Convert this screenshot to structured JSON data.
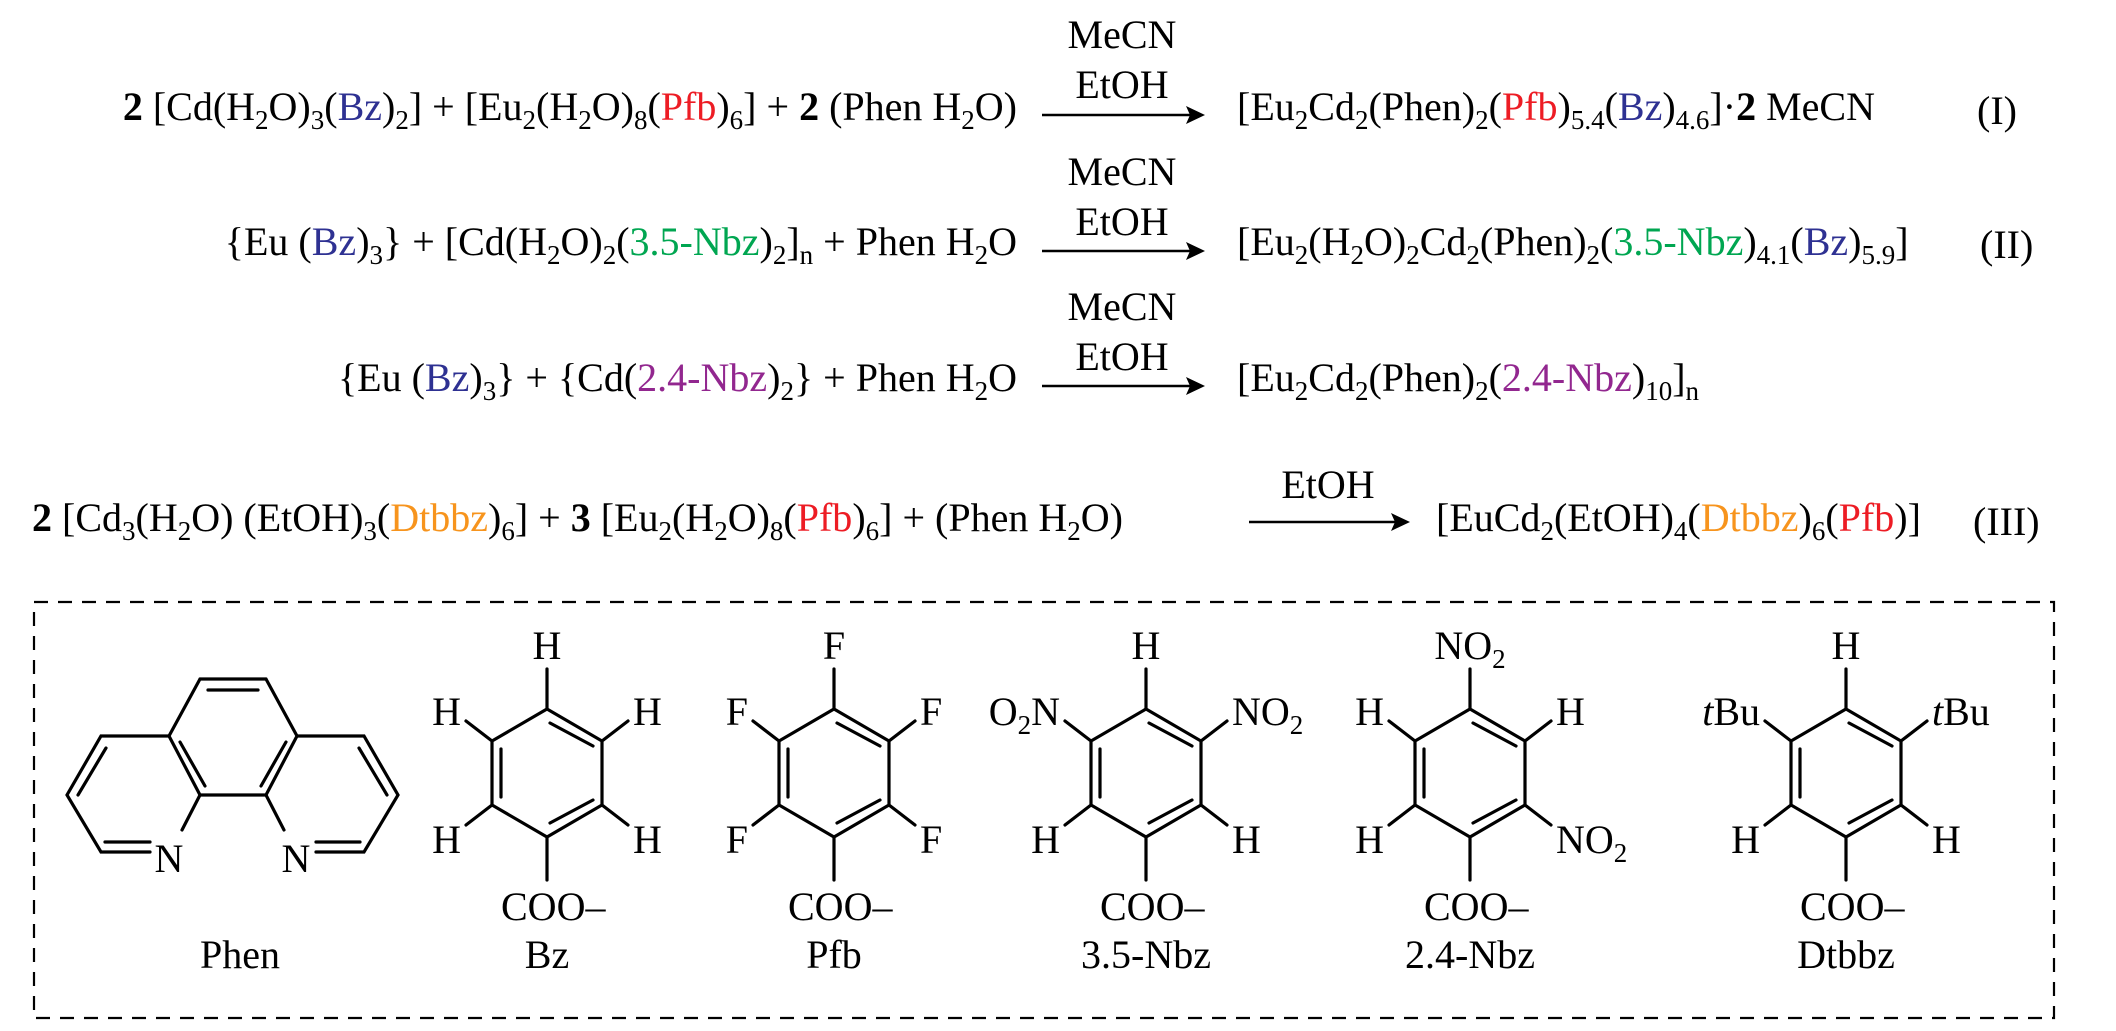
{
  "colors": {
    "bz": "#2e3192",
    "pfb": "#ed1c24",
    "nbz35": "#00a651",
    "nbz24": "#92278f",
    "dtbbz": "#f7941d",
    "ink": "#000000"
  },
  "reactions": [
    {
      "reactants": [
        [
          "2",
          "bold"
        ],
        [
          " [Cd(H",
          ""
        ],
        [
          "2",
          "sub"
        ],
        [
          "O)",
          ""
        ],
        [
          "3",
          "sub"
        ],
        [
          "(",
          ""
        ],
        [
          "Bz",
          "bz"
        ],
        [
          ")",
          ""
        ],
        [
          "2",
          "sub"
        ],
        [
          "] + [Eu",
          ""
        ],
        [
          "2",
          "sub"
        ],
        [
          "(H",
          ""
        ],
        [
          "2",
          "sub"
        ],
        [
          "O)",
          ""
        ],
        [
          "8",
          "sub"
        ],
        [
          "(",
          ""
        ],
        [
          "Pfb",
          "pfb"
        ],
        [
          ")",
          ""
        ],
        [
          "6",
          "sub"
        ],
        [
          "] + ",
          ""
        ],
        [
          "2",
          "bold"
        ],
        [
          " (Phen H",
          ""
        ],
        [
          "2",
          "sub"
        ],
        [
          "O)",
          ""
        ]
      ],
      "conditions": [
        "MeCN",
        "EtOH"
      ],
      "product": [
        [
          "[Eu",
          ""
        ],
        [
          "2",
          "sub"
        ],
        [
          "Cd",
          ""
        ],
        [
          "2",
          "sub"
        ],
        [
          "(Phen)",
          ""
        ],
        [
          "2",
          "sub"
        ],
        [
          "(",
          ""
        ],
        [
          "Pfb",
          "pfb"
        ],
        [
          ")",
          ""
        ],
        [
          "5.4",
          "sub"
        ],
        [
          "(",
          ""
        ],
        [
          "Bz",
          "bz"
        ],
        [
          ")",
          ""
        ],
        [
          "4.6",
          "sub"
        ],
        [
          "]·",
          ""
        ],
        [
          "2",
          "bold"
        ],
        [
          " MeCN",
          ""
        ]
      ],
      "label": "(I)"
    },
    {
      "reactants": [
        [
          "{Eu (",
          ""
        ],
        [
          "Bz",
          "bz"
        ],
        [
          ")",
          ""
        ],
        [
          "3",
          "sub"
        ],
        [
          "} + [Cd(H",
          ""
        ],
        [
          "2",
          "sub"
        ],
        [
          "O)",
          ""
        ],
        [
          "2",
          "sub"
        ],
        [
          "(",
          ""
        ],
        [
          "3.5-Nbz",
          "nbz35"
        ],
        [
          ")",
          ""
        ],
        [
          "2",
          "sub"
        ],
        [
          "]",
          ""
        ],
        [
          "n",
          "sub"
        ],
        [
          " + Phen H",
          ""
        ],
        [
          "2",
          "sub"
        ],
        [
          "O",
          ""
        ]
      ],
      "conditions": [
        "MeCN",
        "EtOH"
      ],
      "product": [
        [
          "[Eu",
          ""
        ],
        [
          "2",
          "sub"
        ],
        [
          "(H",
          ""
        ],
        [
          "2",
          "sub"
        ],
        [
          "O)",
          ""
        ],
        [
          "2",
          "sub"
        ],
        [
          "Cd",
          ""
        ],
        [
          "2",
          "sub"
        ],
        [
          "(Phen)",
          ""
        ],
        [
          "2",
          "sub"
        ],
        [
          "(",
          ""
        ],
        [
          "3.5-Nbz",
          "nbz35"
        ],
        [
          ")",
          ""
        ],
        [
          "4.1",
          "sub"
        ],
        [
          "(",
          ""
        ],
        [
          "Bz",
          "bz"
        ],
        [
          ")",
          ""
        ],
        [
          "5.9",
          "sub"
        ],
        [
          "]",
          ""
        ]
      ],
      "label": "(II)"
    },
    {
      "reactants": [
        [
          "{Eu (",
          ""
        ],
        [
          "Bz",
          "bz"
        ],
        [
          ")",
          ""
        ],
        [
          "3",
          "sub"
        ],
        [
          "} + {Cd(",
          ""
        ],
        [
          "2.4-Nbz",
          "nbz24"
        ],
        [
          ")",
          ""
        ],
        [
          "2",
          "sub"
        ],
        [
          "} + Phen H",
          ""
        ],
        [
          "2",
          "sub"
        ],
        [
          "O",
          ""
        ]
      ],
      "conditions": [
        "MeCN",
        "EtOH"
      ],
      "product": [
        [
          "[Eu",
          ""
        ],
        [
          "2",
          "sub"
        ],
        [
          "Cd",
          ""
        ],
        [
          "2",
          "sub"
        ],
        [
          "(Phen)",
          ""
        ],
        [
          "2",
          "sub"
        ],
        [
          "(",
          ""
        ],
        [
          "2.4-Nbz",
          "nbz24"
        ],
        [
          ")",
          ""
        ],
        [
          "10",
          "sub"
        ],
        [
          "]",
          ""
        ],
        [
          "n",
          "sub"
        ]
      ],
      "label": ""
    },
    {
      "reactants": [
        [
          "2",
          "bold"
        ],
        [
          " [Cd",
          ""
        ],
        [
          "3",
          "sub"
        ],
        [
          "(H",
          ""
        ],
        [
          "2",
          "sub"
        ],
        [
          "O) (EtOH)",
          ""
        ],
        [
          "3",
          "sub"
        ],
        [
          "(",
          ""
        ],
        [
          "Dtbbz",
          "dtbbz"
        ],
        [
          ")",
          ""
        ],
        [
          "6",
          "sub"
        ],
        [
          "] + ",
          ""
        ],
        [
          "3",
          "bold"
        ],
        [
          " [Eu",
          ""
        ],
        [
          "2",
          "sub"
        ],
        [
          "(H",
          ""
        ],
        [
          "2",
          "sub"
        ],
        [
          "O)",
          ""
        ],
        [
          "8",
          "sub"
        ],
        [
          "(",
          ""
        ],
        [
          "Pfb",
          "pfb"
        ],
        [
          ")",
          ""
        ],
        [
          "6",
          "sub"
        ],
        [
          "] + (Phen H",
          ""
        ],
        [
          "2",
          "sub"
        ],
        [
          "O)",
          ""
        ]
      ],
      "conditions": [
        "EtOH"
      ],
      "product": [
        [
          "[EuCd",
          ""
        ],
        [
          "2",
          "sub"
        ],
        [
          "(EtOH)",
          ""
        ],
        [
          "4",
          "sub"
        ],
        [
          "(",
          ""
        ],
        [
          "Dtbbz",
          "dtbbz"
        ],
        [
          ")",
          ""
        ],
        [
          "6",
          "sub"
        ],
        [
          "(",
          ""
        ],
        [
          "Pfb",
          "pfb"
        ],
        [
          ")",
          ""
        ],
        [
          "]",
          ""
        ]
      ],
      "label": "(III)"
    }
  ],
  "legend": {
    "phen": {
      "name": "Phen",
      "atoms": [
        "N",
        "N"
      ]
    },
    "ligands": [
      {
        "name": "Bz",
        "color": "bz",
        "top": [
          [
            "H",
            ""
          ]
        ],
        "ul": [
          [
            "H",
            ""
          ]
        ],
        "ur": [
          [
            "H",
            ""
          ]
        ],
        "ll": [
          [
            "H",
            ""
          ]
        ],
        "lr": [
          [
            "H",
            ""
          ]
        ],
        "bottom": "COO–"
      },
      {
        "name": "Pfb",
        "color": "pfb",
        "top": [
          [
            "F",
            ""
          ]
        ],
        "ul": [
          [
            "F",
            ""
          ]
        ],
        "ur": [
          [
            "F",
            ""
          ]
        ],
        "ll": [
          [
            "F",
            ""
          ]
        ],
        "lr": [
          [
            "F",
            ""
          ]
        ],
        "bottom": "COO–"
      },
      {
        "name": "3.5-Nbz",
        "color": "nbz35",
        "top": [
          [
            "H",
            ""
          ]
        ],
        "ul": [
          [
            "O",
            ""
          ],
          [
            "2",
            "sub"
          ],
          [
            "N",
            ""
          ]
        ],
        "ur": [
          [
            "NO",
            ""
          ],
          [
            "2",
            "sub"
          ]
        ],
        "ll": [
          [
            "H",
            ""
          ]
        ],
        "lr": [
          [
            "H",
            ""
          ]
        ],
        "bottom": "COO–"
      },
      {
        "name": "2.4-Nbz",
        "color": "nbz24",
        "top": [
          [
            "NO",
            ""
          ],
          [
            "2",
            "sub"
          ]
        ],
        "ul": [
          [
            "H",
            ""
          ]
        ],
        "ur": [
          [
            "H",
            ""
          ]
        ],
        "ll": [
          [
            "H",
            ""
          ]
        ],
        "lr": [
          [
            "NO",
            ""
          ],
          [
            "2",
            "sub"
          ]
        ],
        "bottom": "COO–"
      },
      {
        "name": "Dtbbz",
        "color": "dtbbz",
        "top": [
          [
            "H",
            ""
          ]
        ],
        "ul": [
          [
            "t",
            "italic"
          ],
          [
            "Bu",
            ""
          ]
        ],
        "ur": [
          [
            "t",
            "italic"
          ],
          [
            "Bu",
            ""
          ]
        ],
        "ll": [
          [
            "H",
            ""
          ]
        ],
        "lr": [
          [
            "H",
            ""
          ]
        ],
        "bottom": "COO–"
      }
    ]
  }
}
